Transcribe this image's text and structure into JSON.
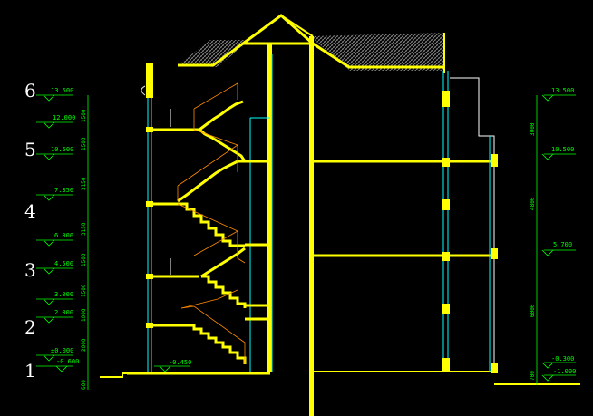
{
  "drawing": {
    "floor_numbers": [
      "1",
      "2",
      "3",
      "4",
      "5",
      "6"
    ],
    "left_elevations": [
      "13.500",
      "12.000",
      "10.500",
      "7.350",
      "6.000",
      "4.500",
      "3.000",
      "2.000",
      "±0.000",
      "-0.600"
    ],
    "left_dimensions": [
      "1500",
      "1500",
      "3150",
      "3150",
      "1500",
      "1500",
      "1000",
      "2000",
      "600"
    ],
    "stair_elevation": "-0.450",
    "right_elevations": [
      "13.500",
      "10.500",
      "5.700",
      "-0.300",
      "-1.000"
    ],
    "right_dimensions": [
      "3000",
      "4800",
      "6000",
      "700"
    ],
    "colors": {
      "background": "#000000",
      "structure": "#ffff00",
      "glazing": "#00ffff",
      "dimension": "#00ff00",
      "stair_rail": "#ff8c00",
      "roof_hatch": "#c0c0c0",
      "text": "#ffffff"
    }
  }
}
